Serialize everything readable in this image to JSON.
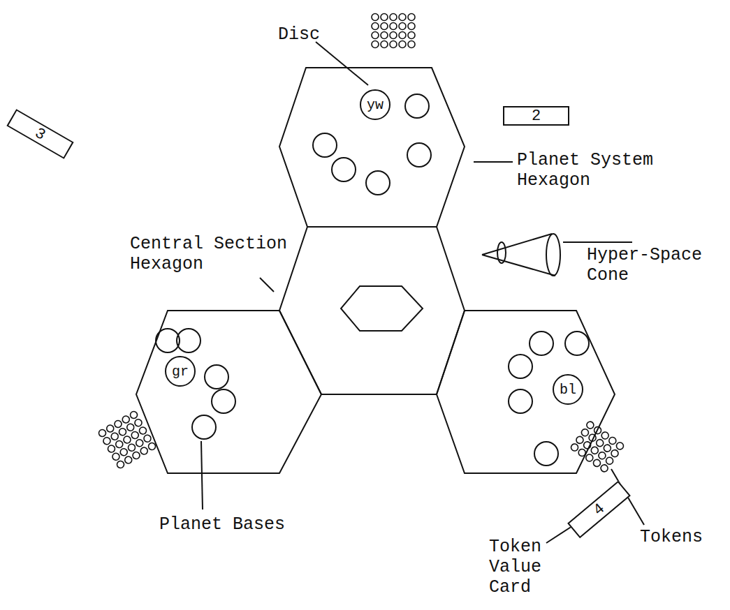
{
  "diagram": {
    "nodes": [
      {
        "text": [
          "yw"
        ]
      },
      {
        "text": [
          "2"
        ]
      },
      {
        "text": [
          "3"
        ]
      },
      {
        "text": [
          "gr"
        ]
      },
      {
        "text": [
          "bl"
        ]
      },
      {
        "text": [
          "4"
        ]
      }
    ],
    "labels": [
      "Disc",
      "Planet System Hexagon",
      "Central Section Hexagon",
      "Hyper-Space Cone",
      "Planet Bases",
      "Tokens",
      "Token Value Card"
    ]
  }
}
